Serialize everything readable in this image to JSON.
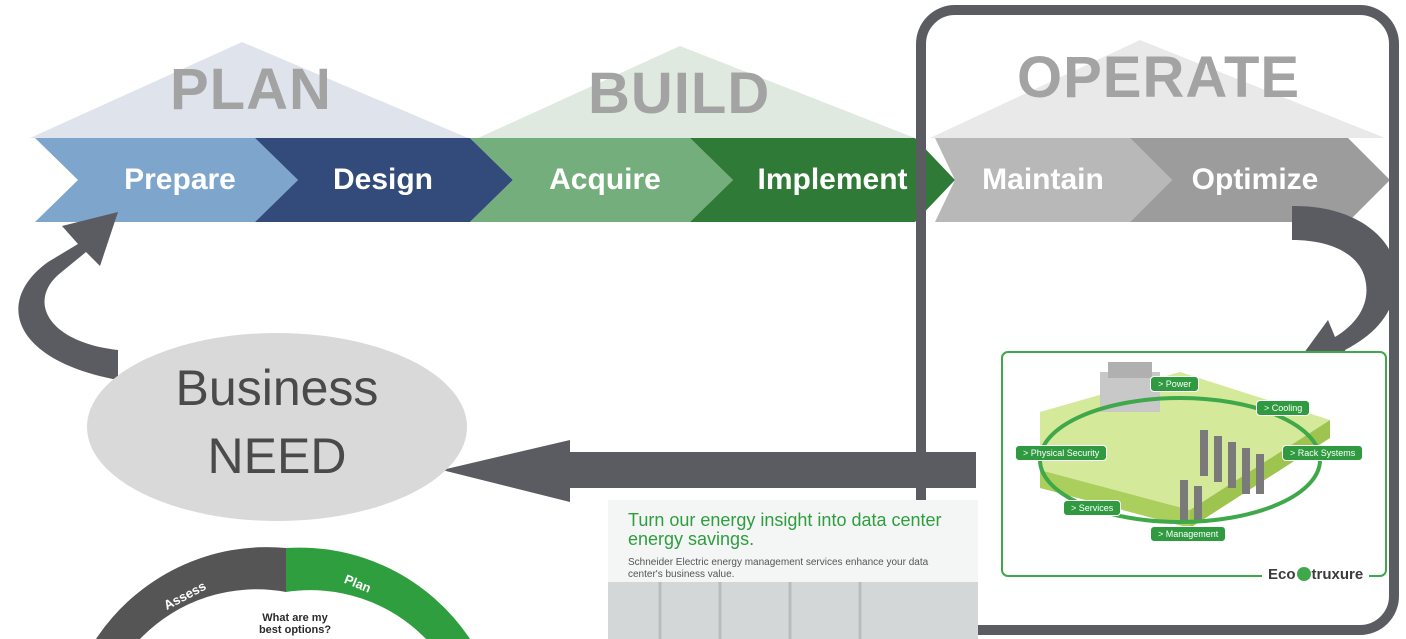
{
  "lifecycle": {
    "phases": [
      {
        "title": "PLAN"
      },
      {
        "title": "BUILD"
      },
      {
        "title": "OPERATE"
      }
    ],
    "steps": [
      {
        "label": "Prepare",
        "color": "#7ea6cc"
      },
      {
        "label": "Design",
        "color": "#324b7a"
      },
      {
        "label": "Acquire",
        "color": "#74ae7c"
      },
      {
        "label": "Implement",
        "color": "#2f7a36"
      },
      {
        "label": "Maintain",
        "color": "#b8b8b8"
      },
      {
        "label": "Optimize",
        "color": "#9c9c9c"
      }
    ]
  },
  "business_need": {
    "line1": "Business",
    "line2": "NEED"
  },
  "ecostruxure": {
    "tags": [
      "Power",
      "Cooling",
      "Physical Security",
      "Rack Systems",
      "Services",
      "Management"
    ],
    "brand_prefix": "Eco",
    "brand_suffix": "truxure"
  },
  "brochure": {
    "headline": "Turn our energy insight into data center energy savings.",
    "subtext": "Schneider Electric energy management services enhance your data center's business value."
  },
  "service_wheel": {
    "segments": [
      "Assess",
      "Plan"
    ],
    "center_text": "What are my best options?"
  }
}
